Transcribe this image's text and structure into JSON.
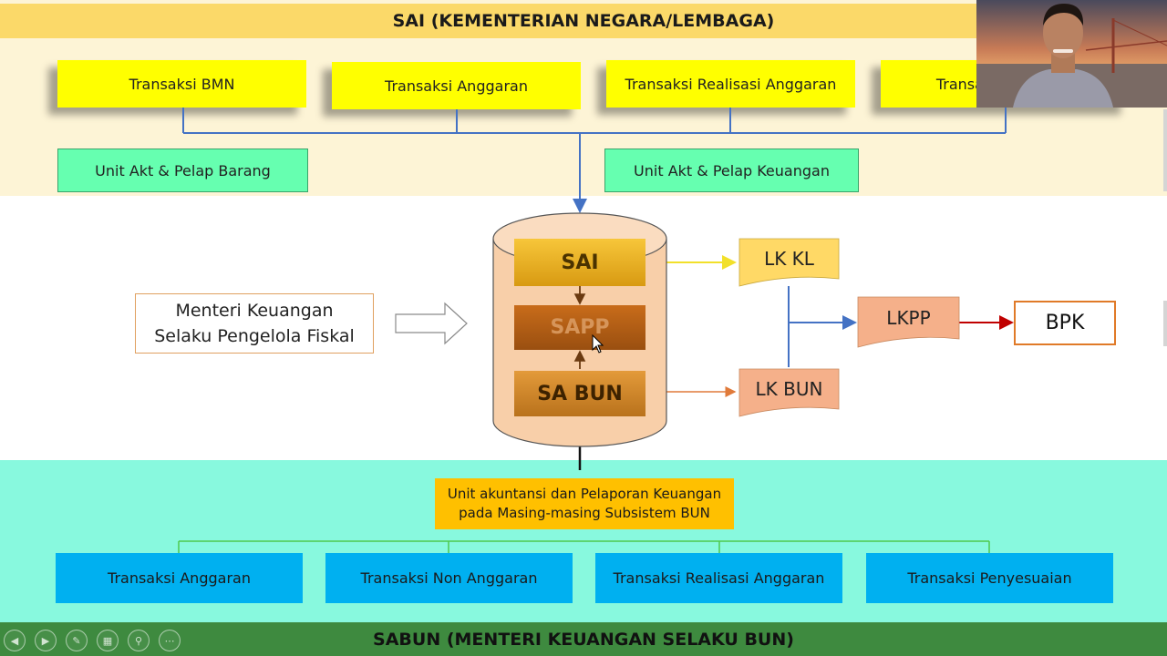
{
  "top_section": {
    "title": "SAI (KEMENTERIAN NEGARA/LEMBAGA)",
    "transactions": [
      "Transaksi BMN",
      "Transaksi Anggaran",
      "Transaksi Realisasi Anggaran",
      "Transak"
    ],
    "units": [
      "Unit Akt & Pelap Barang",
      "Unit Akt & Pelap Keuangan"
    ]
  },
  "center": {
    "menteri_line1": "Menteri Keuangan",
    "menteri_line2": "Selaku Pengelola Fiskal",
    "database_layers": [
      "SAI",
      "SAPP",
      "SA BUN"
    ],
    "reports": {
      "lk_kl": "LK KL",
      "lk_bun": "LK BUN",
      "lkpp": "LKPP",
      "bpk": "BPK"
    }
  },
  "bottom_section": {
    "unit_line1": "Unit akuntansi dan Pelaporan Keuangan",
    "unit_line2": "pada Masing-masing Subsistem BUN",
    "transactions": [
      "Transaksi Anggaran",
      "Transaksi Non Anggaran",
      "Transaksi Realisasi Anggaran",
      "Transaksi Penyesuaian"
    ],
    "title": "SABUN (MENTERI KEUANGAN SELAKU BUN)"
  },
  "toolbar": {
    "icons": [
      "previous-icon",
      "next-icon",
      "pen-icon",
      "slides-icon",
      "zoom-icon",
      "more-icon"
    ]
  },
  "colors": {
    "top_band": "#fdf4d6",
    "title_band": "#fbd969",
    "yellow_box": "#ffff00",
    "green_box": "#66ffb0",
    "bottom_band": "#88f9de",
    "blue_box": "#00b0f0",
    "orange_box": "#ffc000",
    "footer_band": "#3e8a3f",
    "lkpp": "#f5b08a",
    "db_fill": "#f8cfa9"
  }
}
